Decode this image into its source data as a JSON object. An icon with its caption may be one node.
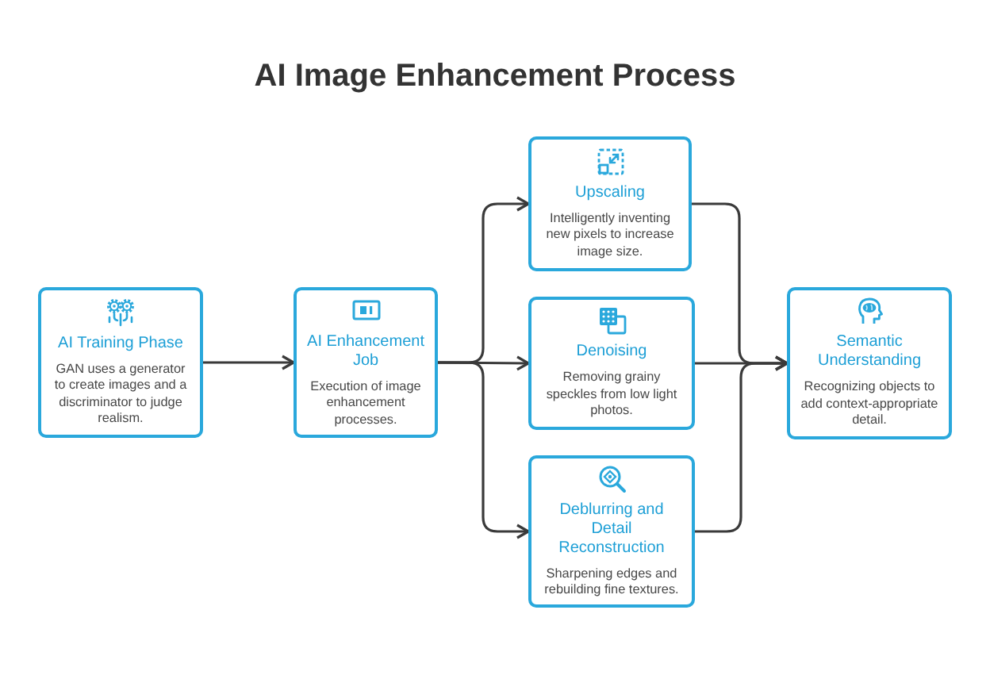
{
  "diagram": {
    "title": "AI Image Enhancement Process",
    "nodes": [
      {
        "text": [
          "AI Training Phase",
          "GAN uses a generator to create images and a discriminator to judge realism."
        ]
      },
      {
        "text": [
          "AI Enhancement Job",
          "Execution of image enhancement processes."
        ]
      },
      {
        "text": [
          "Upscaling",
          "Intelligently inventing new pixels to increase image size."
        ]
      },
      {
        "text": [
          "Denoising",
          "Removing grainy speckles from low light photos."
        ]
      },
      {
        "text": [
          "Deblurring and Detail Reconstruction",
          "Sharpening edges and rebuilding fine textures."
        ]
      },
      {
        "text": [
          "Semantic Understanding",
          "Recognizing objects to add context-appropriate detail."
        ]
      }
    ],
    "edges": [
      {
        "from": 0,
        "to": 1,
        "arrow": "to"
      },
      {
        "from": 1,
        "to": 2,
        "arrow": "to"
      },
      {
        "from": 1,
        "to": 3,
        "arrow": "to"
      },
      {
        "from": 1,
        "to": 4,
        "arrow": "to"
      },
      {
        "from": 2,
        "to": 5,
        "arrow": "to"
      },
      {
        "from": 3,
        "to": 5,
        "arrow": "to"
      },
      {
        "from": 4,
        "to": 5,
        "arrow": "to"
      }
    ]
  }
}
